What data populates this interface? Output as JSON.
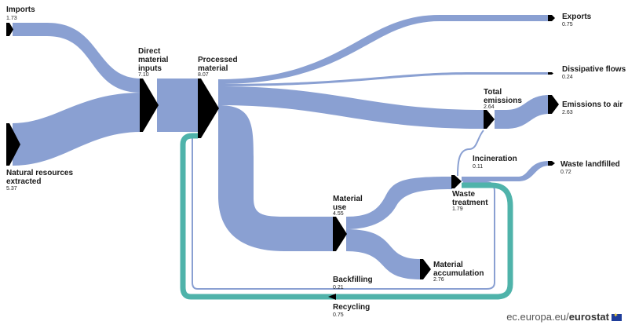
{
  "colors": {
    "flow": "#8aa0d2",
    "recycle": "#4fb3aa",
    "node": "#000000"
  },
  "nodes": {
    "imports": {
      "label": "Imports",
      "value": "1.73"
    },
    "natural": {
      "label": "Natural resources extracted",
      "value": "5.37"
    },
    "dmi": {
      "label": "Direct material inputs",
      "value": "7.10"
    },
    "processed": {
      "label": "Processed material",
      "value": "8.07"
    },
    "exports": {
      "label": "Exports",
      "value": "0.75"
    },
    "dissipative": {
      "label": "Dissipative flows",
      "value": "0.24"
    },
    "total_emissions": {
      "label": "Total emissions",
      "value": "2.64"
    },
    "emissions_air": {
      "label": "Emissions to air",
      "value": "2.63"
    },
    "incineration": {
      "label": "Incineration",
      "value": "0.11"
    },
    "waste_landfilled": {
      "label": "Waste landfilled",
      "value": "0.72"
    },
    "waste_treatment": {
      "label": "Waste treatment",
      "value": "1.79"
    },
    "material_use": {
      "label": "Material use",
      "value": "4.55"
    },
    "material_accumulation": {
      "label": "Material accumulation",
      "value": "2.76"
    },
    "backfilling": {
      "label": "Backfilling",
      "value": "0.21"
    },
    "recycling": {
      "label": "Recycling",
      "value": "0.75"
    }
  },
  "footer": {
    "site": "ec.europa.eu/",
    "brand": "eurostat",
    "flag_icon": "eu-flag-icon"
  }
}
